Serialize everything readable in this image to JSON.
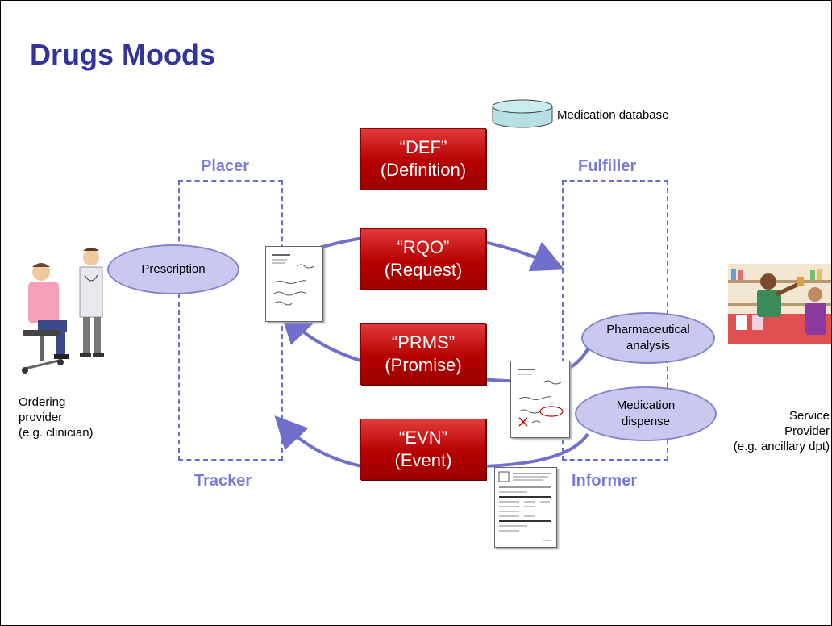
{
  "title": "Drugs Moods",
  "database": {
    "label": "Medication database"
  },
  "roles": {
    "placer": "Placer",
    "fulfiller": "Fulfiller",
    "tracker": "Tracker",
    "informer": "Informer"
  },
  "moods": [
    {
      "code": "“DEF”",
      "name": "(Definition)"
    },
    {
      "code": "“RQO”",
      "name": "(Request)"
    },
    {
      "code": "“PRMS”",
      "name": "(Promise)"
    },
    {
      "code": "“EVN”",
      "name": "(Event)"
    }
  ],
  "activities": {
    "prescription": "Prescription",
    "analysis_line1": "Pharmaceutical",
    "analysis_line2": "analysis",
    "dispense_line1": "Medication",
    "dispense_line2": "dispense"
  },
  "actors": {
    "ordering": [
      "Ordering",
      "provider",
      "(e.g. clinician)"
    ],
    "service": [
      "Service",
      "Provider",
      "(e.g. ancillary dpt)"
    ]
  },
  "colors": {
    "title": "#333399",
    "role": "#7b7bd6",
    "mood_fill": "#c00000",
    "oval_fill": "#c9c9f0",
    "arrow": "#7070cc",
    "database_fill": "#b7e0e4"
  },
  "icons": [
    "database-cylinder-icon",
    "document-icon",
    "clinician-icon",
    "pharmacy-icon"
  ]
}
